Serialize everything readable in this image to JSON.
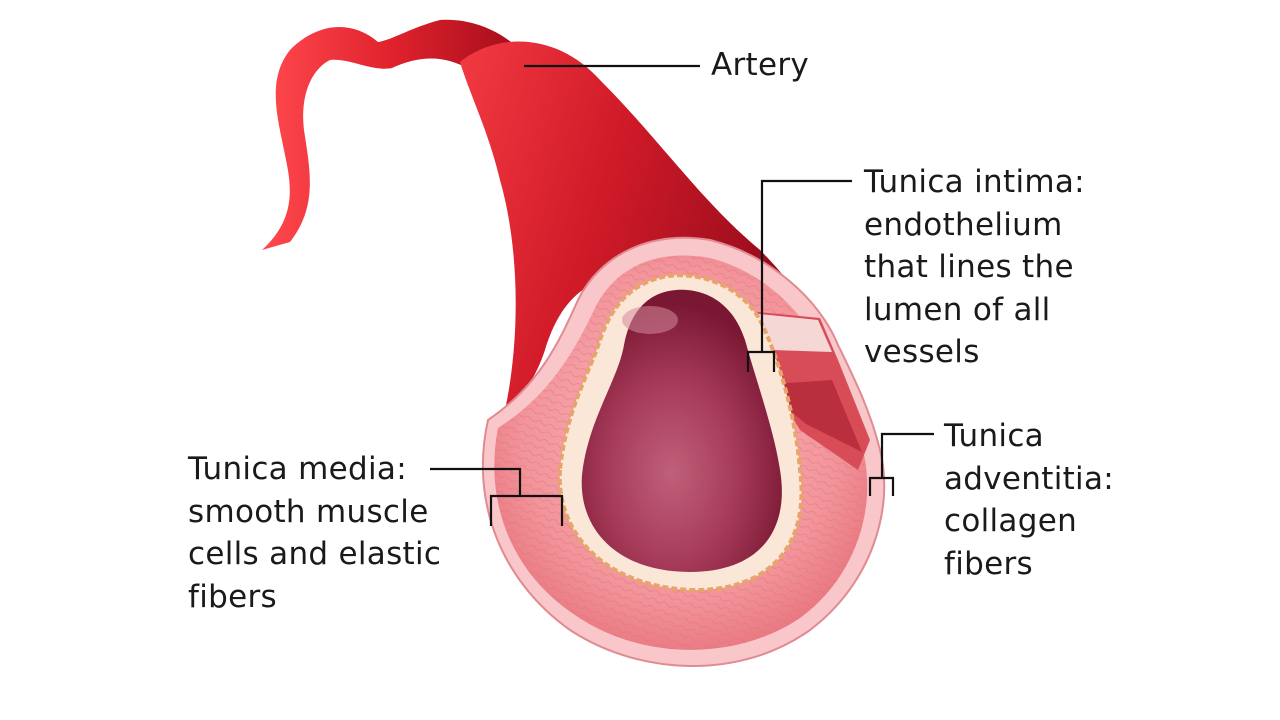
{
  "labels": {
    "artery": "Artery",
    "tunica_intima": [
      "Tunica intima:",
      "endothelium",
      "that lines the",
      "lumen of all",
      "vessels"
    ],
    "tunica_adventitia": [
      "Tunica",
      "adventitia:",
      "collagen",
      "fibers"
    ],
    "tunica_media": [
      "Tunica media:",
      "smooth muscle",
      "cells and elastic",
      "fibers"
    ]
  },
  "colors": {
    "vessel_dark": "#b01020",
    "vessel_mid": "#d8232f",
    "vessel_light": "#ff8a8f",
    "wall_pink": "#f4a6ab",
    "lumen": "#9c2a4a",
    "leader_line": "#111111"
  }
}
